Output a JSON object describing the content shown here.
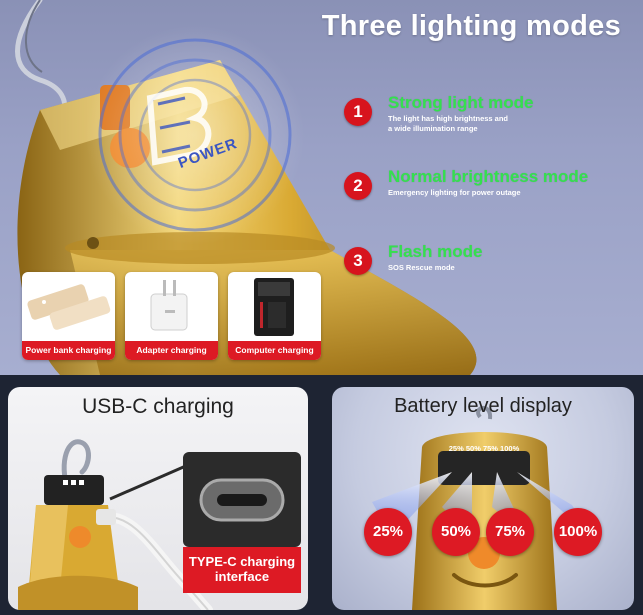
{
  "top": {
    "title": "Three lighting modes",
    "logo": "POWER",
    "modes": [
      {
        "num": "1",
        "title": "Strong light mode",
        "desc": [
          "The light has high brightness and",
          "a wide illumination range"
        ]
      },
      {
        "num": "2",
        "title": "Normal brightness mode",
        "desc": [
          "Emergency lighting for power outage"
        ]
      },
      {
        "num": "3",
        "title": "Flash mode",
        "desc": [
          "SOS Rescue mode"
        ]
      }
    ],
    "charging": [
      {
        "label": "Power bank charging"
      },
      {
        "label": "Adapter charging"
      },
      {
        "label": "Computer charging"
      }
    ]
  },
  "usbc": {
    "title": "USB-C charging",
    "port_label": [
      "TYPE-C charging",
      "interface"
    ]
  },
  "battery": {
    "title": "Battery level display",
    "strip": "25% 50% 75% 100%",
    "levels": [
      "25%",
      "50%",
      "75%",
      "100%"
    ]
  },
  "colors": {
    "accent_red": "#dd1a24",
    "mode_green": "#34e04e",
    "gold": "#d9a932"
  }
}
